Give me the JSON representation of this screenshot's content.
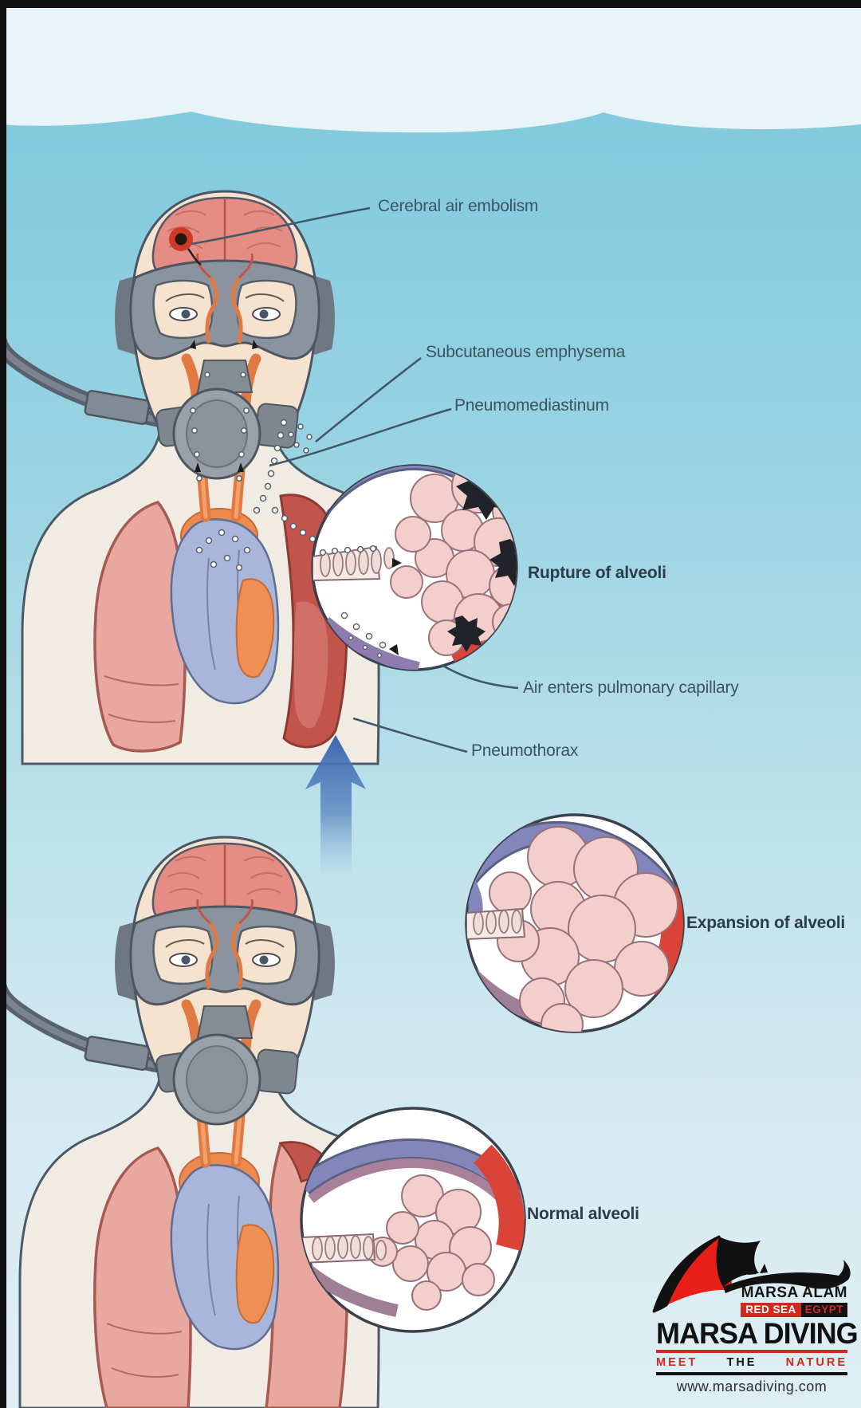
{
  "labels": {
    "cerebral_air_embolism": "Cerebral air embolism",
    "subcutaneous_emphysema": "Subcutaneous emphysema",
    "pneumomediastinum": "Pneumomediastinum",
    "rupture_of_alveoli": "Rupture of alveoli",
    "air_enters_pulmonary_capillary": "Air enters pulmonary capillary",
    "pneumothorax": "Pneumothorax",
    "expansion_of_alveoli": "Expansion of alveoli",
    "normal_alveoli": "Normal alveoli"
  },
  "logo": {
    "location": "MARSA ALAM",
    "sea_badge": "RED SEA",
    "country_badge": "EGYPT",
    "brand": "MARSA DIVING",
    "tagline_word1": "MEET",
    "tagline_word2": "THE",
    "tagline_word3": "NATURE",
    "website": "www.marsadiving.com"
  },
  "colors": {
    "sky": "#e9f4f8",
    "water_top": "#7cc6da",
    "water_bottom": "#deeff4",
    "label_text": "#3c5362",
    "logo_red": "#d6281e",
    "logo_black": "#131313",
    "arrow_blue": "#3a67b0"
  }
}
